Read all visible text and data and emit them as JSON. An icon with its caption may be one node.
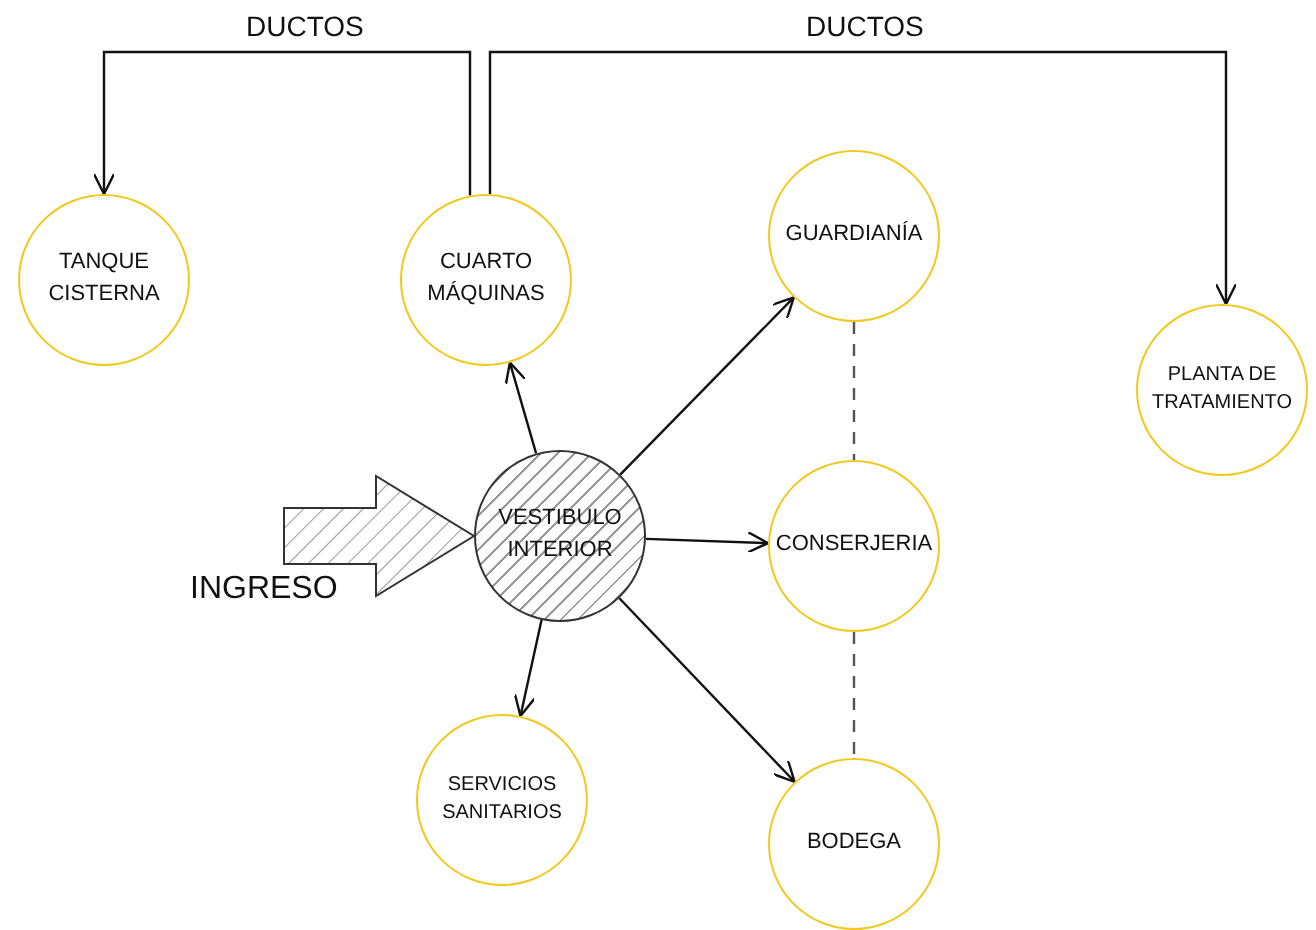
{
  "diagram": {
    "nodes": [
      {
        "text": [
          "TANQUE CISTERNA"
        ]
      },
      {
        "text": [
          "CUARTO MÁQUINAS"
        ]
      },
      {
        "text": [
          "GUARDIANÍA"
        ]
      },
      {
        "text": [
          "PLANTA DE TRATAMIENTO"
        ]
      },
      {
        "text": [
          "VESTIBULO INTERIOR"
        ]
      },
      {
        "text": [
          "CONSERJERIA"
        ]
      },
      {
        "text": [
          "SERVICIOS SANITARIOS"
        ]
      },
      {
        "text": [
          "BODEGA"
        ]
      }
    ],
    "edges": [
      {
        "from": null,
        "to": 4,
        "arrow": "to",
        "style": "thick"
      },
      {
        "from": 1,
        "to": 0,
        "arrow": "to",
        "label": "DUCTOS"
      },
      {
        "from": 1,
        "to": 3,
        "arrow": "to",
        "label": "DUCTOS"
      },
      {
        "from": 4,
        "to": 1,
        "arrow": "to"
      },
      {
        "from": 4,
        "to": 2,
        "arrow": "to"
      },
      {
        "from": 4,
        "to": 5,
        "arrow": "to"
      },
      {
        "from": 4,
        "to": 6,
        "arrow": "to"
      },
      {
        "from": 4,
        "to": 7,
        "arrow": "to"
      },
      {
        "from": 2,
        "to": 5,
        "arrow": "none",
        "style": "dashed"
      },
      {
        "from": 5,
        "to": 7,
        "arrow": "none",
        "style": "dashed"
      }
    ],
    "labels": [
      "INGRESO"
    ]
  }
}
